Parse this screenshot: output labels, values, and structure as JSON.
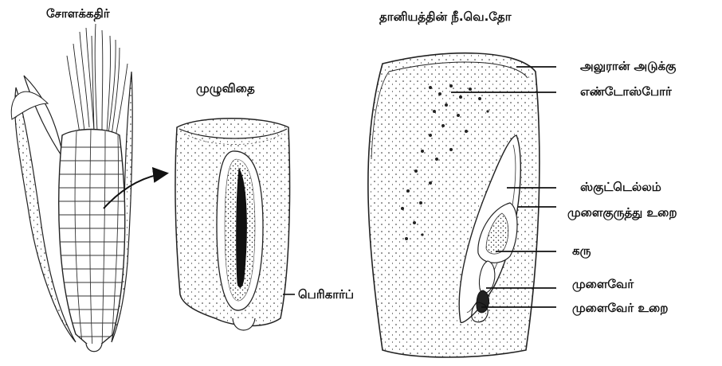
{
  "panels": {
    "cob": {
      "title": "சோளக்கதிர்"
    },
    "whole_seed": {
      "title": "முழுவிதை",
      "pericarp_label": "பெரிகார்ப்"
    },
    "section": {
      "title": "தானியத்தின் நீ.வெ.தோ",
      "labels": {
        "aleurone": "அலுரான் அடுக்கு",
        "endosperm": "எண்டோஸ்போர்",
        "scutellum": "ஸ்குட்டெல்லம்",
        "coleoptile": "முளைகுருத்து உறை",
        "embryo": "கரு",
        "radicle": "முளைவேர்",
        "coleorhiza": "முளைவேர் உறை"
      }
    }
  },
  "colors": {
    "ink": "#111111",
    "paper": "#ffffff"
  }
}
